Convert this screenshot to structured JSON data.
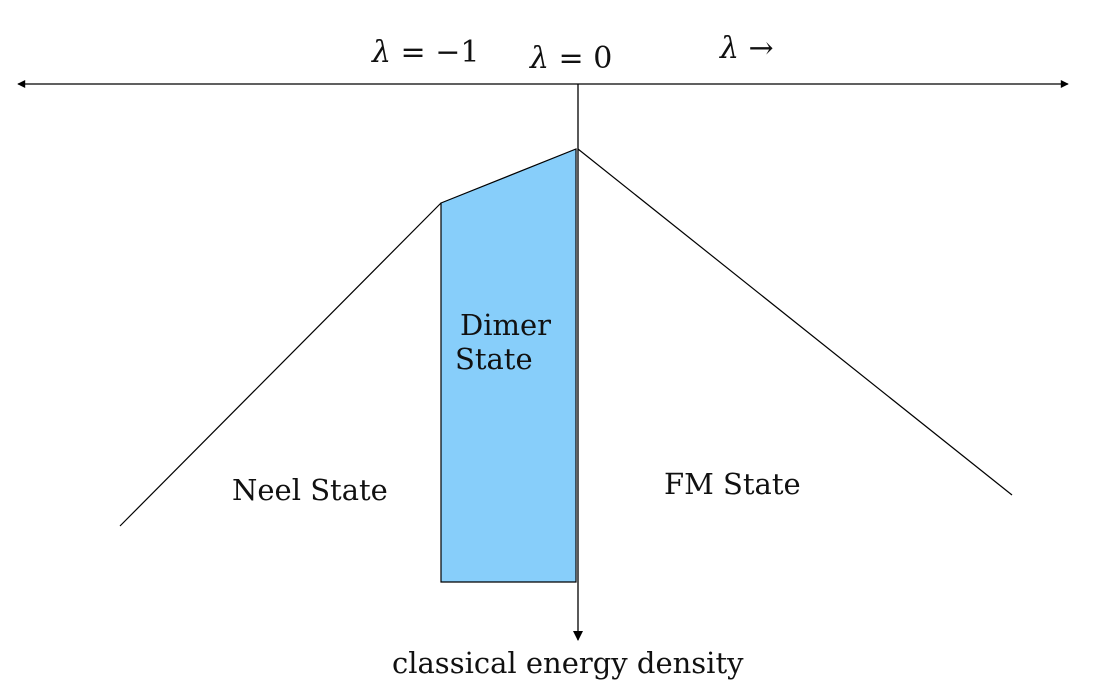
{
  "axes": {
    "lambda_neg1_symbol": "λ",
    "lambda_neg1_rest": " = −1",
    "lambda_0_symbol": "λ",
    "lambda_0_rest": " = 0",
    "lambda_arrow_symbol": "λ",
    "lambda_arrow_rest": " →",
    "vertical_label": "classical energy density"
  },
  "regions": {
    "neel": "Neel State",
    "dimer_line1": "Dimer",
    "dimer_line2": "State",
    "fm": "FM State"
  },
  "colors": {
    "dimer_fill": "#87cefa",
    "line": "#000000",
    "background": "#ffffff"
  }
}
